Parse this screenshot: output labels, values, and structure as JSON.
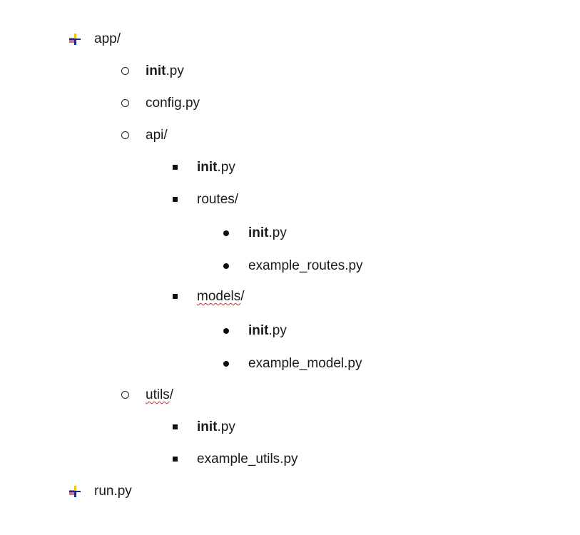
{
  "tree": {
    "app": {
      "prefix": "app/",
      "suffix": ""
    },
    "app_init": {
      "bold": "init",
      "suffix": ".py"
    },
    "config": {
      "prefix": "config.py",
      "suffix": ""
    },
    "api": {
      "prefix": "api/",
      "suffix": ""
    },
    "api_init": {
      "bold": "init",
      "suffix": ".py"
    },
    "routes": {
      "prefix": "routes/",
      "suffix": ""
    },
    "routes_init": {
      "bold": "init",
      "suffix": ".py"
    },
    "example_routes": {
      "prefix": "example_routes.py",
      "suffix": ""
    },
    "models": {
      "squiggle": "models",
      "suffix": "/"
    },
    "models_init": {
      "bold": "init",
      "suffix": ".py"
    },
    "example_model": {
      "prefix": "example_model.py",
      "suffix": ""
    },
    "utils": {
      "squiggle": "utils",
      "suffix": "/"
    },
    "utils_init": {
      "bold": "init",
      "suffix": ".py"
    },
    "example_utils": {
      "prefix": "example_utils.py",
      "suffix": ""
    },
    "run": {
      "prefix": "run.py",
      "suffix": ""
    }
  },
  "colors": {
    "spell_check_underline": "#e02020",
    "bullet_icon_yellow": "#f2c500",
    "bullet_icon_blue": "#1e2a8a",
    "bullet_icon_pink": "#e06a8a"
  },
  "icons": {
    "level1": "four-color-cross-bullet-icon",
    "level2": "hollow-circle-bullet-icon",
    "level3": "square-bullet-icon",
    "level4": "round-dot-bullet-icon"
  }
}
